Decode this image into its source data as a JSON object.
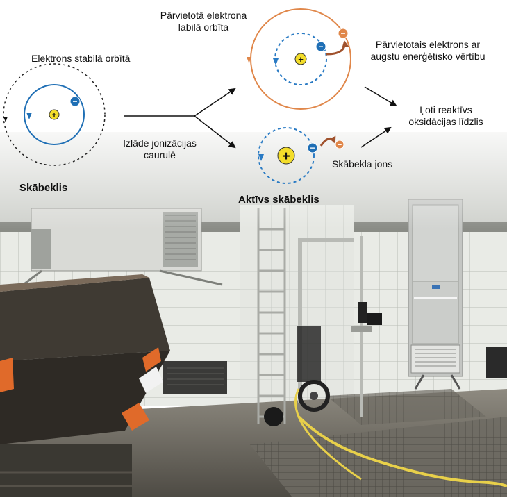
{
  "diagram": {
    "labels": {
      "stable_electron": "Elektrons stabilā orbītā",
      "displaced_orbit_line1": "Pārvietotā elektrona",
      "displaced_orbit_line2": "labilā orbīta",
      "displaced_electron_line1": "Pārvietotais elektrons ar",
      "displaced_electron_line2": "augstu enerģētisko vērtību",
      "reactive_line1": "Ļoti reaktīvs",
      "reactive_line2": "oksidācijas līdzlis",
      "discharge_line1": "Izlāde jonizācijas",
      "discharge_line2": "caurulē",
      "oxygen_ion": "Skābekla jons",
      "oxygen": "Skābeklis",
      "active_oxygen": "Aktīvs skābeklis"
    },
    "symbols": {
      "nucleus": "+",
      "electron": "−"
    },
    "colors": {
      "stable_orbit": "#1f6fb5",
      "labile_orbit": "#e0874a",
      "inner_dashed": "#2a7bc4",
      "nucleus_fill": "#f3dd2a",
      "electron_blue": "#1f6fb5",
      "electron_orange": "#e0874a",
      "arrow_brown": "#a0522d"
    }
  },
  "photo": {
    "description_icons": [
      "ventilation-unit",
      "hopper",
      "wall-cabinet",
      "hose-reel",
      "ladder"
    ]
  }
}
